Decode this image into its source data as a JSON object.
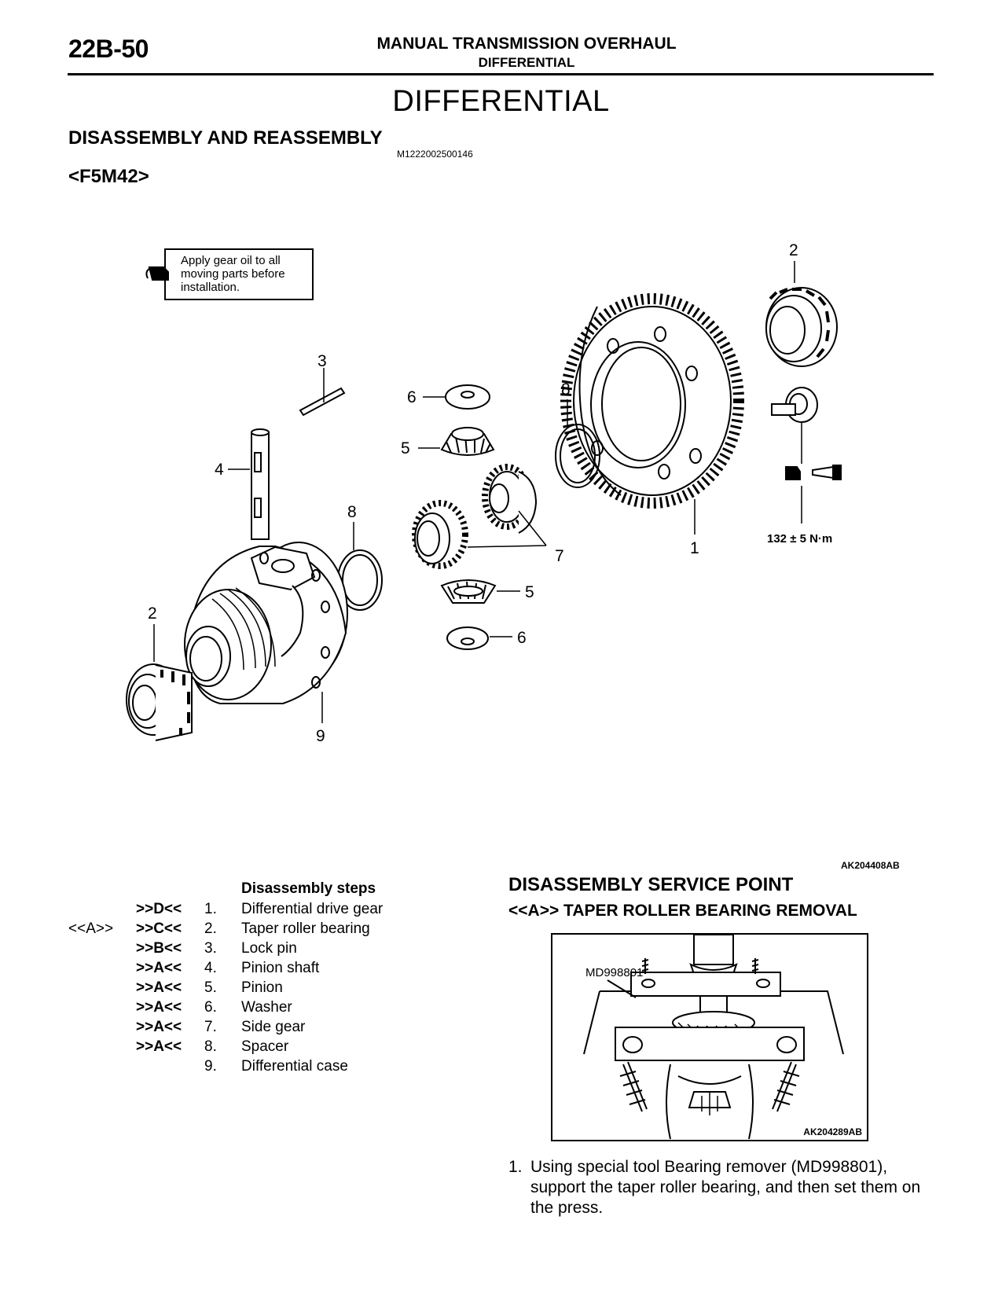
{
  "header": {
    "page_number": "22B-50",
    "title": "MANUAL TRANSMISSION OVERHAUL",
    "subtitle": "DIFFERENTIAL"
  },
  "section": {
    "title": "DIFFERENTIAL",
    "subsection": "DISASSEMBLY AND REASSEMBLY",
    "doc_code": "M1222002500146",
    "model": "<F5M42>"
  },
  "diagram": {
    "note": [
      "Apply gear oil to all",
      "moving parts before",
      "installation."
    ],
    "torque": "132 ± 5 N·m",
    "code": "AK204408AB",
    "callouts": {
      "c1": "1",
      "c2a": "2",
      "c2b": "2",
      "c3": "3",
      "c4": "4",
      "c5a": "5",
      "c5b": "5",
      "c6a": "6",
      "c6b": "6",
      "c7": "7",
      "c8a": "8",
      "c8b": "8",
      "c9": "9"
    },
    "icons": [
      "oil-can-icon",
      "grease-gun-icon"
    ]
  },
  "steps": {
    "heading": "Disassembly steps",
    "items": [
      {
        "ref": "",
        "mark": ">>D<<",
        "num": "1.",
        "name": "Differential drive gear"
      },
      {
        "ref": "<<A>>",
        "mark": ">>C<<",
        "num": "2.",
        "name": "Taper roller bearing"
      },
      {
        "ref": "",
        "mark": ">>B<<",
        "num": "3.",
        "name": "Lock pin"
      },
      {
        "ref": "",
        "mark": ">>A<<",
        "num": "4.",
        "name": "Pinion shaft"
      },
      {
        "ref": "",
        "mark": ">>A<<",
        "num": "5.",
        "name": "Pinion"
      },
      {
        "ref": "",
        "mark": ">>A<<",
        "num": "6.",
        "name": "Washer"
      },
      {
        "ref": "",
        "mark": ">>A<<",
        "num": "7.",
        "name": "Side gear"
      },
      {
        "ref": "",
        "mark": ">>A<<",
        "num": "8.",
        "name": "Spacer"
      },
      {
        "ref": "",
        "mark": "",
        "num": "9.",
        "name": "Differential case"
      }
    ]
  },
  "service": {
    "title": "DISASSEMBLY SERVICE POINT",
    "subtitle": "<<A>> TAPER ROLLER BEARING REMOVAL",
    "photo": {
      "tool_label": "MD998801",
      "code": "AK204289AB"
    },
    "instruction": {
      "num": "1.",
      "text": "Using special tool Bearing remover (MD998801), support the taper roller bearing, and then set them on the press."
    }
  }
}
